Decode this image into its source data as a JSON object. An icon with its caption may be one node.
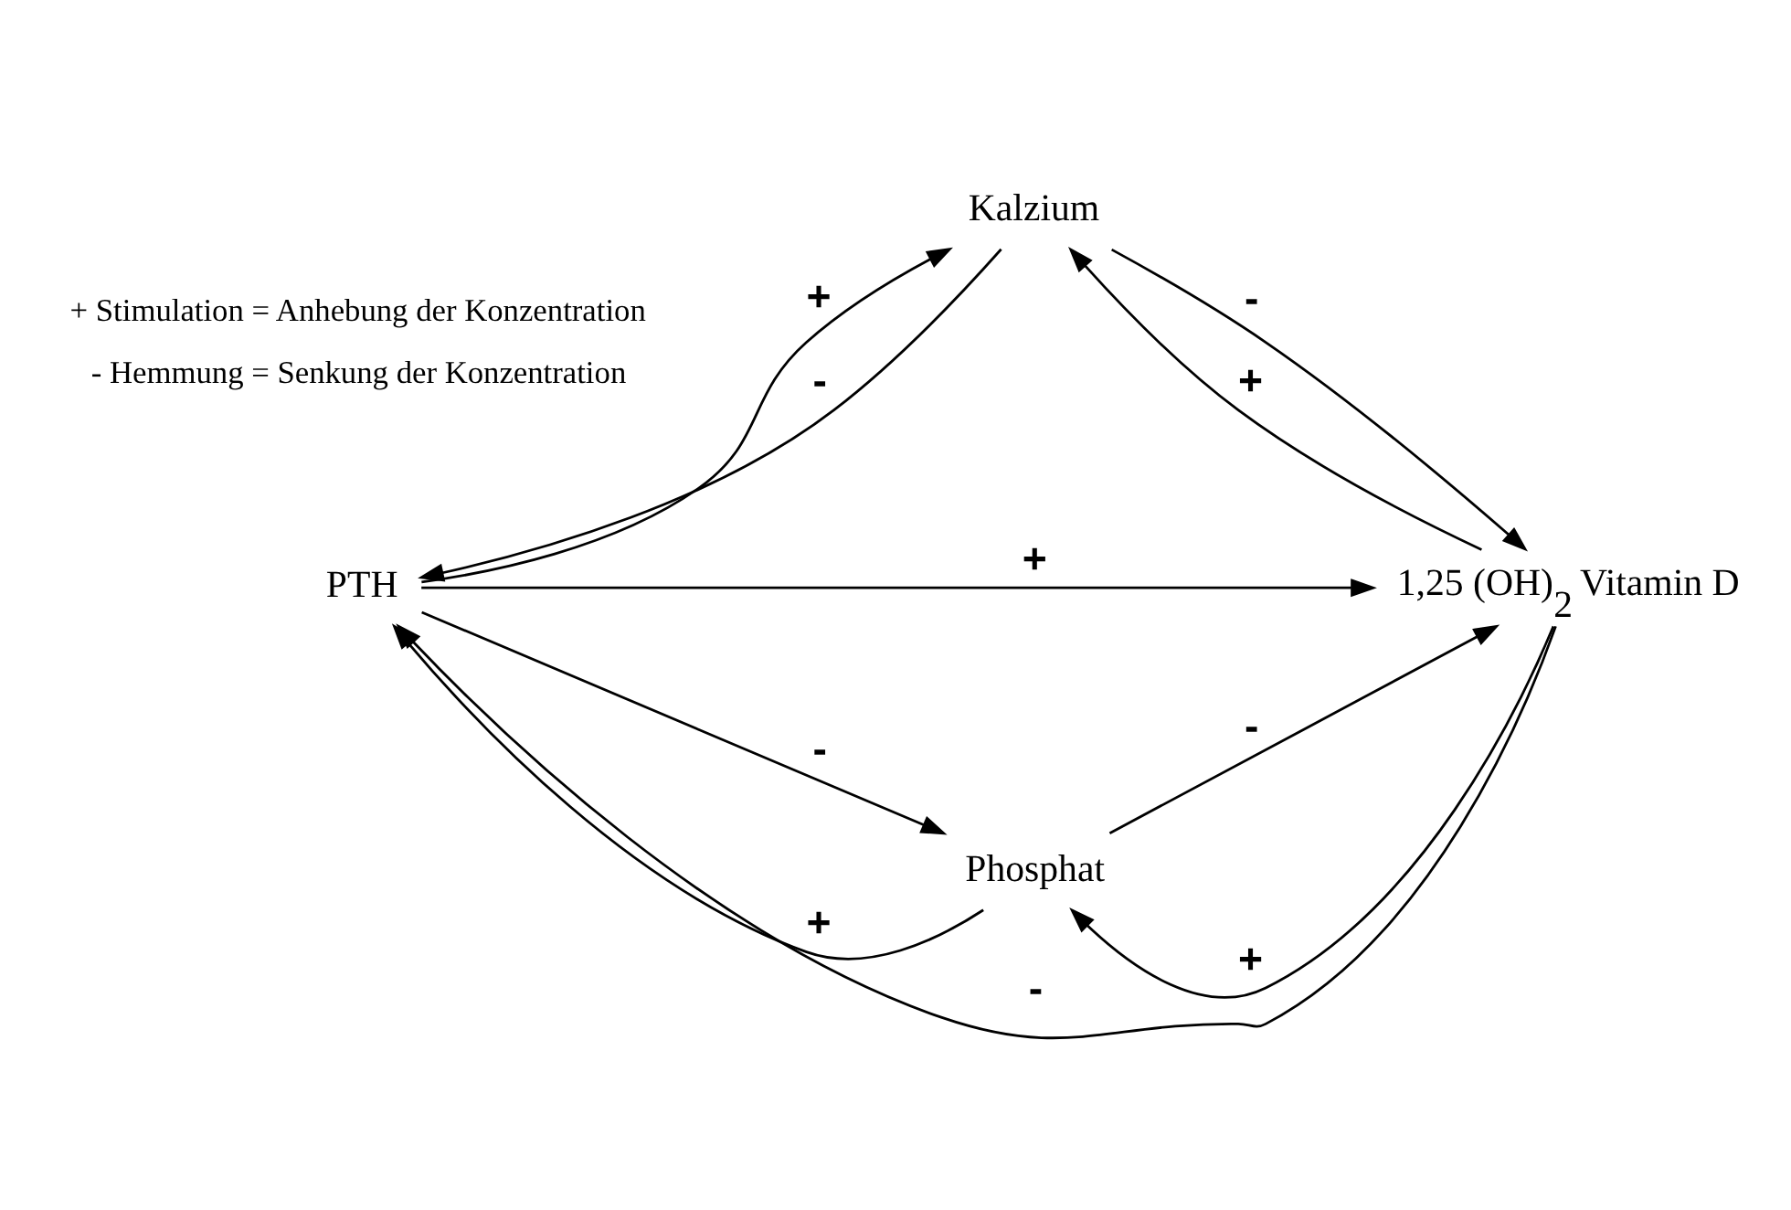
{
  "diagram": {
    "nodes": [
      {
        "text": [
          "Kalzium"
        ]
      },
      {
        "text": [
          "PTH"
        ]
      },
      {
        "text": [
          "1,25 (OH)$_{2}$ Vitamin D"
        ]
      },
      {
        "text": [
          "Phosphat"
        ]
      }
    ],
    "edges": [
      {
        "from": 0,
        "to": 1,
        "arrow": "to",
        "label": "-"
      },
      {
        "from": 1,
        "to": 0,
        "arrow": "to",
        "label": "+"
      },
      {
        "from": 2,
        "to": 0,
        "arrow": "to",
        "label": "+"
      },
      {
        "from": 0,
        "to": 2,
        "arrow": "to",
        "label": "-"
      },
      {
        "from": 1,
        "to": 2,
        "arrow": "to",
        "label": "+"
      },
      {
        "from": 2,
        "to": 1,
        "arrow": "to",
        "label": "-"
      },
      {
        "from": 3,
        "to": 1,
        "arrow": "to",
        "label": "+"
      },
      {
        "from": 1,
        "to": 3,
        "arrow": "to",
        "label": "-"
      },
      {
        "from": 2,
        "to": 3,
        "arrow": "to",
        "label": "+"
      },
      {
        "from": 3,
        "to": 2,
        "arrow": "to",
        "label": "-"
      }
    ],
    "labels": [
      "+ Stimulation = Anhebung der Konzentration",
      "- Hemmung = Senkung der Konzentration"
    ]
  }
}
